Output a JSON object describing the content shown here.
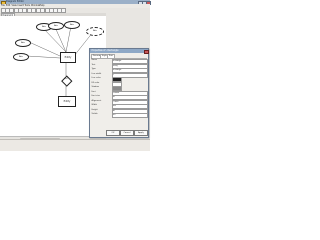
{
  "window": {
    "title": "Diagram Editor",
    "tab_label": "Diagram1"
  },
  "menu": {
    "items": [
      "File",
      "Edit",
      "View",
      "Insert",
      "Tools",
      "Window",
      "Help"
    ]
  },
  "diagram": {
    "entities": [
      {
        "label": "Entity"
      },
      {
        "label": "Entity"
      }
    ],
    "relationship": {
      "label": "Rel"
    },
    "attributes_top": [
      {
        "label": "Attr"
      },
      {
        "label": "Attr"
      },
      {
        "label": "Attr"
      },
      {
        "label": "Attr"
      }
    ],
    "attributes_left": [
      {
        "label": "Attr"
      },
      {
        "label": "Attr"
      }
    ]
  },
  "properties_dialog": {
    "title": "Properties of - Rectangle",
    "tabs": [
      "General",
      "Style",
      "Text"
    ],
    "rows": [
      {
        "key": "Name",
        "value": "Rectangle"
      },
      {
        "key": "Text",
        "value": "Entity"
      },
      {
        "key": "Type",
        "value": "Rectangle"
      },
      {
        "key": "Line width",
        "value": "1"
      },
      {
        "key": "Line color",
        "value": ""
      },
      {
        "key": "Fill color",
        "value": ""
      },
      {
        "key": "Shadow",
        "value": ""
      },
      {
        "key": "Font",
        "value": "Default"
      },
      {
        "key": "Font size",
        "value": "10"
      },
      {
        "key": "Alignment",
        "value": "Center"
      },
      {
        "key": "Width",
        "value": "100"
      },
      {
        "key": "Height",
        "value": "40"
      },
      {
        "key": "Visible",
        "value": "Yes"
      }
    ],
    "buttons": {
      "ok": "OK",
      "cancel": "Cancel",
      "apply": "Apply"
    }
  },
  "colors": {
    "titlebar": "#9bb0c8",
    "dialog_title": "#8ea8c6",
    "canvas_grid": "#e4e8f0"
  }
}
